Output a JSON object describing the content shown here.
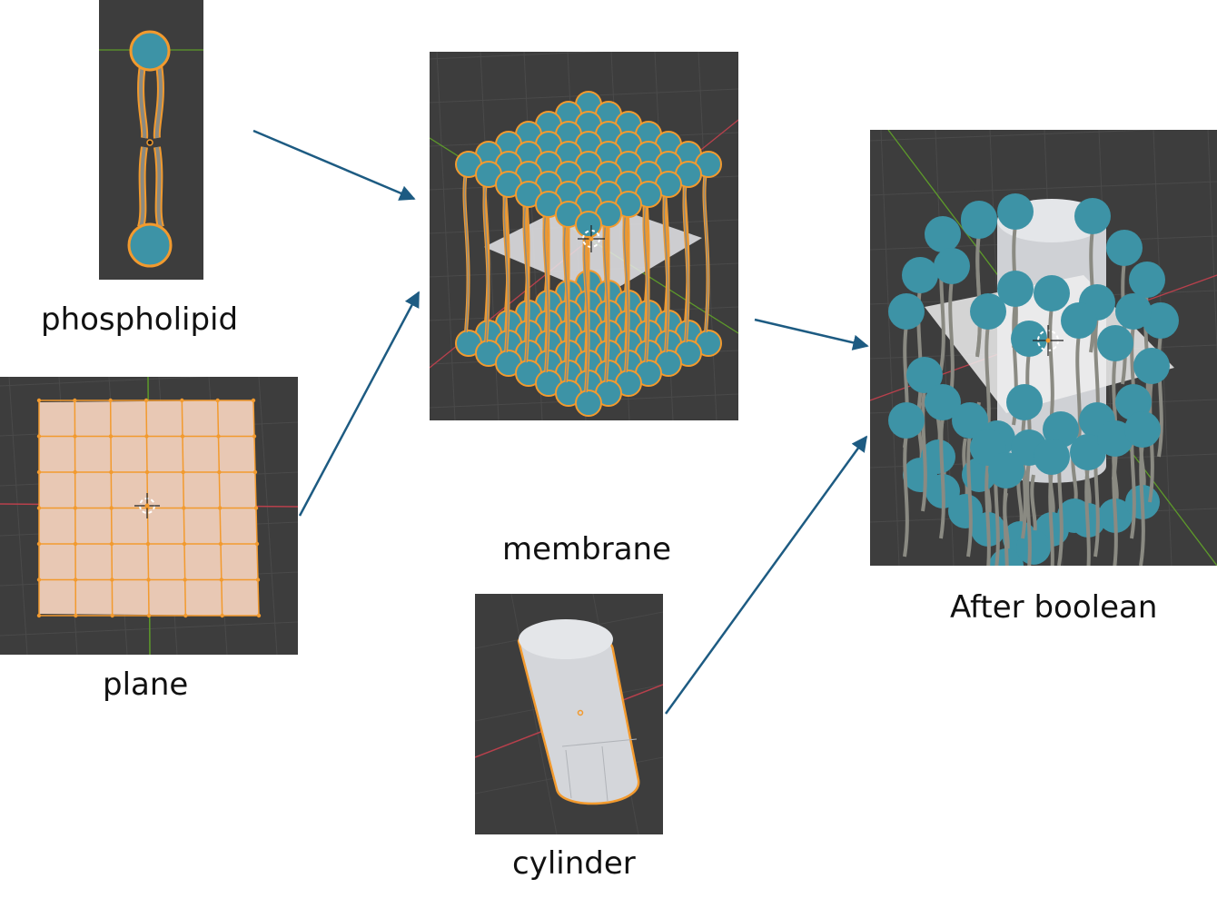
{
  "labels": {
    "phospholipid": "phospholipid",
    "plane": "plane",
    "membrane": "membrane",
    "cylinder": "cylinder",
    "after": "After boolean"
  },
  "colors": {
    "viewport_bg": "#3d3d3d",
    "grid": "#4a4a4a",
    "head": "#3d93a6",
    "selection": "#f29a2e",
    "tail": "#8a8a82",
    "plane_fill": "#e8c8b4",
    "cylinder": "#d4d6da",
    "arrow": "#1d5b82",
    "axis_x": "#b8404c",
    "axis_y": "#5d9a2a"
  },
  "icons": {
    "origin": "3d-cursor-icon",
    "arrow": "arrow-icon"
  }
}
